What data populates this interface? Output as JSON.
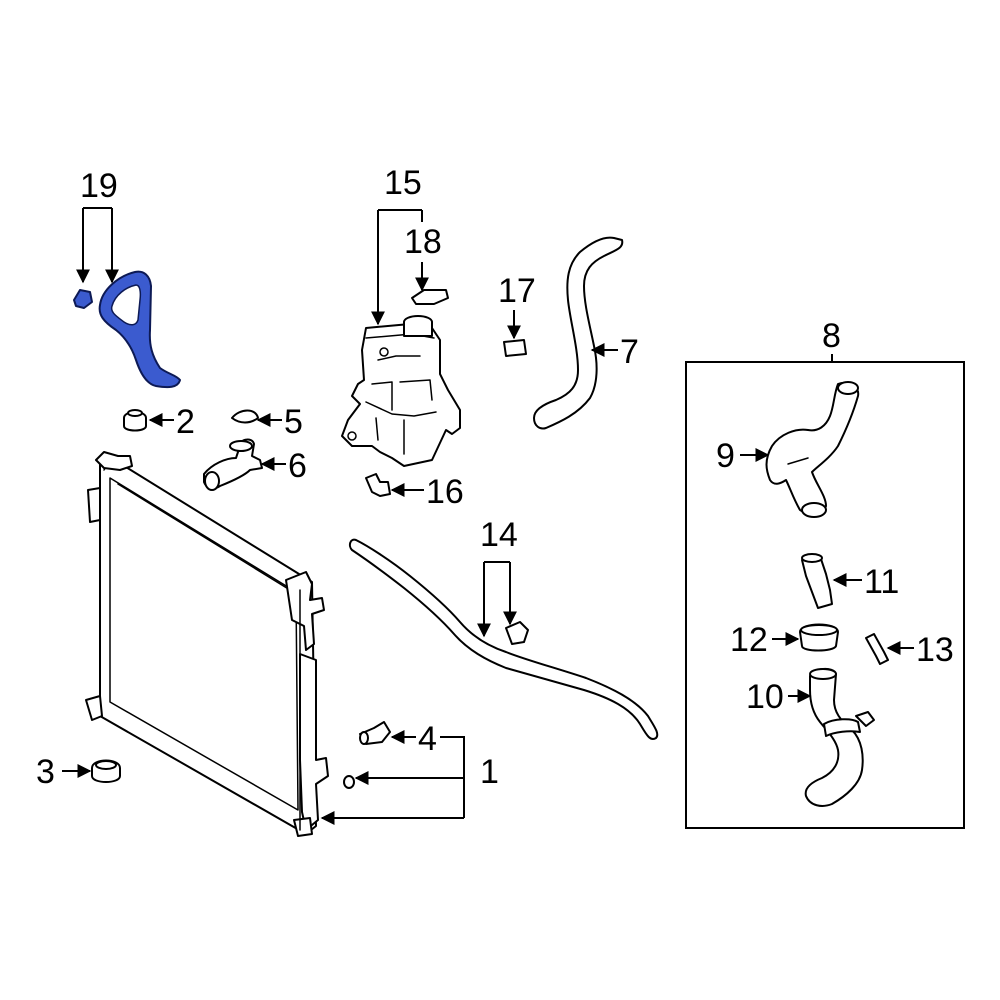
{
  "callouts": {
    "c1": "1",
    "c2": "2",
    "c3": "3",
    "c4": "4",
    "c5": "5",
    "c6": "6",
    "c7": "7",
    "c8": "8",
    "c9": "9",
    "c10": "10",
    "c11": "11",
    "c12": "12",
    "c13": "13",
    "c14": "14",
    "c15": "15",
    "c16": "16",
    "c17": "17",
    "c18": "18",
    "c19": "19"
  },
  "colors": {
    "highlight": "#3b5bcf",
    "line": "#000000",
    "background": "#ffffff"
  },
  "highlighted_part": "19"
}
